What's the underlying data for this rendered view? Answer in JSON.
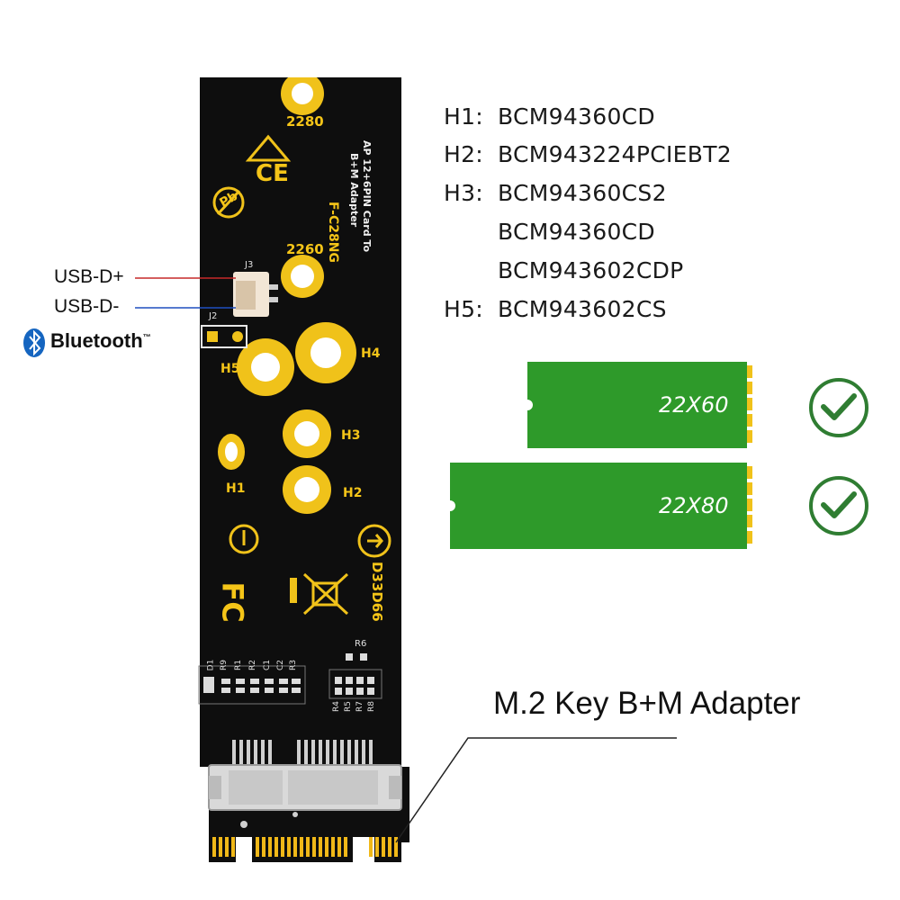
{
  "compat": [
    {
      "key": "H1:",
      "value": "BCM94360CD"
    },
    {
      "key": "H2:",
      "value": "BCM943224PCIEBT2"
    },
    {
      "key": "H3:",
      "value": "BCM94360CS2"
    },
    {
      "key": "",
      "value": "BCM94360CD"
    },
    {
      "key": "",
      "value": "BCM943602CDP"
    },
    {
      "key": "H5:",
      "value": "BCM943602CS"
    }
  ],
  "callouts": {
    "usb_dplus": "USB-D+",
    "usb_dminus": "USB-D-",
    "bluetooth": "Bluetooth"
  },
  "bluetooth_trademark": "™",
  "board": {
    "label_2280": "2280",
    "label_2260": "2260",
    "model": "F-C28NG",
    "desc_line1": "AP 12+6PIN Card To",
    "desc_line2": "B+M Adapter",
    "ce_mark": "CE",
    "pb_mark": "Pb",
    "fc_mark": "FC",
    "code": "D33D66",
    "j3": "J3",
    "j2": "J2",
    "h1": "H1",
    "h2": "H2",
    "h3": "H3",
    "h4": "H4",
    "h5": "H5",
    "r6": "R6",
    "comp_left": [
      "D1",
      "R9",
      "R1",
      "R2",
      "C1",
      "C2",
      "R3"
    ],
    "comp_right": [
      "R4",
      "R5",
      "R7",
      "R8"
    ]
  },
  "cards": [
    {
      "label": "22X60",
      "status": "check"
    },
    {
      "label": "22X80",
      "status": "check"
    }
  ],
  "product_title": "M.2 Key B+M Adapter",
  "colors": {
    "pcb": "#0d0d0d",
    "gold": "#f0c21a",
    "card_green": "#2e9a2a",
    "check_green": "#2f7d32",
    "usb_dplus_line": "#c62828",
    "usb_dminus_line": "#1f4fbf",
    "bluetooth_blue": "#1565c0"
  }
}
